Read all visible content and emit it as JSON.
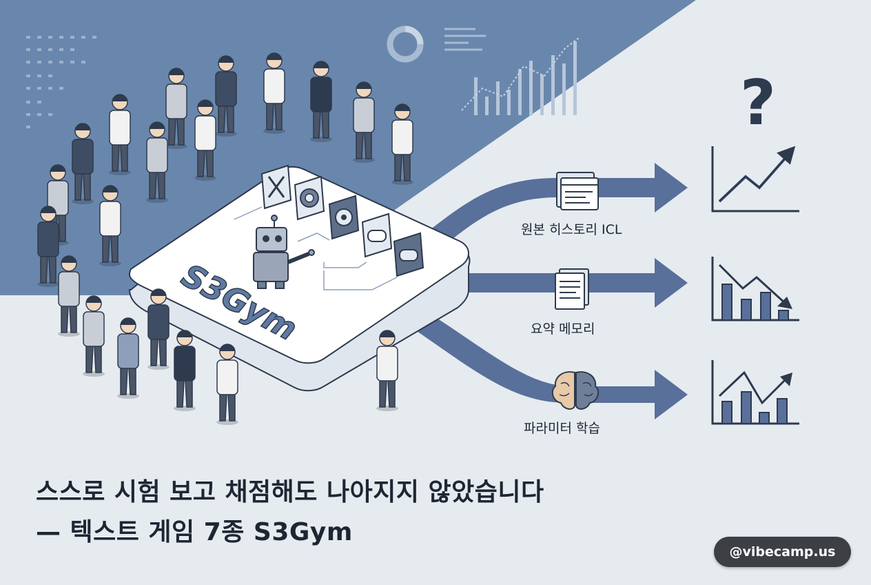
{
  "platform": {
    "brand": "S3Gym"
  },
  "flows": [
    {
      "label": "원본 히스토리 ICL",
      "icon": "browser-window-icon",
      "trend": "rising-line"
    },
    {
      "label": "요약 메모리",
      "icon": "document-stack-icon",
      "trend": "declining-bars"
    },
    {
      "label": "파라미터 학습",
      "icon": "brain-icon",
      "trend": "fluctuating-bars"
    }
  ],
  "question_mark": "?",
  "headline": {
    "line1": "스스로 시험 보고 채점해도 나아지지 않았습니다",
    "line2": "— 텍스트 게임 7종 S3Gym"
  },
  "credit": "@vibecamp.us",
  "game_icons": [
    "tools-icon",
    "target-icon",
    "wheel-icon",
    "gamepad-icon",
    "controller-icon"
  ],
  "colors": {
    "top_bg": "#6987ac",
    "bottom_bg": "#e6ebf0",
    "arrow": "#58709a",
    "ink": "#1f2633",
    "platform": "#ffffff"
  }
}
